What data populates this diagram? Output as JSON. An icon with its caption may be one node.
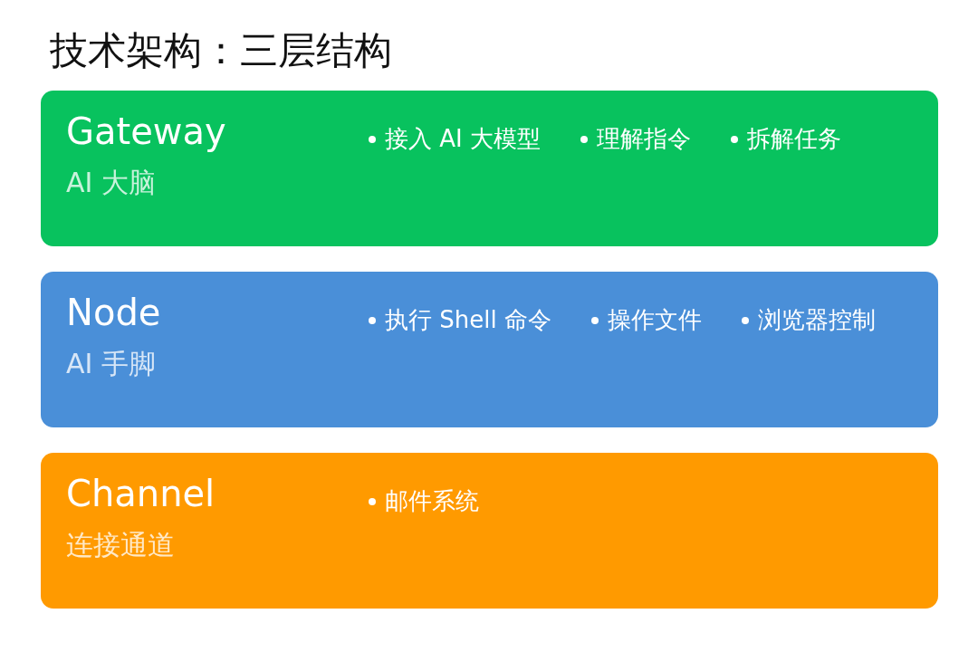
{
  "diagram": {
    "title": "技术架构：三层结构",
    "nodes": [
      {
        "text": [
          "Gateway",
          "AI 大脑",
          "接入 AI 大模型",
          "理解指令",
          "拆解任务"
        ]
      },
      {
        "text": [
          "Node",
          "AI 手脚",
          "执行 Shell 命令",
          "操作文件",
          "浏览器控制"
        ]
      },
      {
        "text": [
          "Channel",
          "连接通道",
          "邮件系统"
        ]
      }
    ],
    "edges": []
  }
}
